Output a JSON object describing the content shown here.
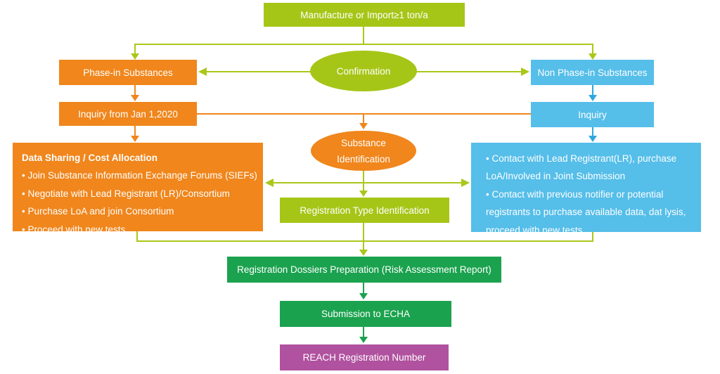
{
  "nodes": {
    "manufacture": {
      "label": "Manufacture or Import≥1 ton/a"
    },
    "phase_in": {
      "label": "Phase-in Substances"
    },
    "confirmation": {
      "label": "Confirmation"
    },
    "non_phase_in": {
      "label": "Non Phase-in Substances"
    },
    "inquiry_2020": {
      "label": "Inquiry from Jan 1,2020"
    },
    "inquiry": {
      "label": "Inquiry"
    },
    "substance_identification": {
      "label": "Substance Identification"
    },
    "data_sharing": {
      "title": "Data Sharing / Cost Allocation",
      "bullets": [
        "• Join Substance Information Exchange Forums (SIEFs)",
        "• Negotiate with Lead Registrant (LR)/Consortium",
        "• Purchase LoA and join Consortium",
        "• Proceed with new tests"
      ]
    },
    "contact": {
      "bullets": [
        "• Contact with Lead Registrant(LR), purchase LoA/Involved in Joint Submission",
        "• Contact with previous notifier or potential registrants to purchase available data, dat lysis, proceed with new tests"
      ]
    },
    "registration_type": {
      "label": "Registration Type Identification"
    },
    "dossiers": {
      "label": "Registration Dossiers Preparation (Risk Assessment Report)"
    },
    "submission": {
      "label": "Submission to ECHA"
    },
    "reach_number": {
      "label": "REACH Registration Number"
    }
  },
  "colors": {
    "chartreuse": "#a5c617",
    "orange": "#f0861c",
    "blue": "#55bee9",
    "blue_line": "#2fa8df",
    "green": "#1ba24e",
    "purple": "#b0529f",
    "text": "#ffffff"
  },
  "edges": [
    {
      "from": "manufacture",
      "to": "phase_in",
      "color": "chartreuse"
    },
    {
      "from": "manufacture",
      "to": "non_phase_in",
      "color": "chartreuse"
    },
    {
      "from": "confirmation",
      "to": "phase_in",
      "color": "chartreuse"
    },
    {
      "from": "confirmation",
      "to": "non_phase_in",
      "color": "chartreuse"
    },
    {
      "from": "phase_in",
      "to": "inquiry_2020",
      "color": "orange"
    },
    {
      "from": "non_phase_in",
      "to": "inquiry",
      "color": "blue"
    },
    {
      "from": "inquiry_2020",
      "to": "inquiry",
      "color": "orange"
    },
    {
      "from": "inquiry_2020",
      "to": "substance_identification",
      "color": "orange"
    },
    {
      "from": "inquiry_2020",
      "to": "data_sharing",
      "color": "orange"
    },
    {
      "from": "inquiry",
      "to": "contact",
      "color": "blue"
    },
    {
      "from": "substance_identification",
      "to": "data_sharing",
      "color": "chartreuse"
    },
    {
      "from": "substance_identification",
      "to": "contact",
      "color": "chartreuse"
    },
    {
      "from": "substance_identification",
      "to": "registration_type",
      "color": "chartreuse"
    },
    {
      "from": "registration_type",
      "to": "dossiers",
      "color": "chartreuse"
    },
    {
      "from": "data_sharing",
      "to": "dossiers",
      "color": "chartreuse"
    },
    {
      "from": "contact",
      "to": "dossiers",
      "color": "chartreuse"
    },
    {
      "from": "dossiers",
      "to": "submission",
      "color": "green"
    },
    {
      "from": "submission",
      "to": "reach_number",
      "color": "green"
    }
  ]
}
